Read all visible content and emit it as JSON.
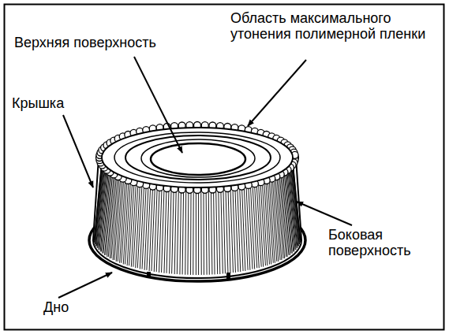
{
  "diagram": {
    "labels": [
      "Верхняя поверхность",
      "Область максимального утонения полимерной пленки",
      "Крышка",
      "Боковая поверхность",
      "Дно"
    ]
  }
}
